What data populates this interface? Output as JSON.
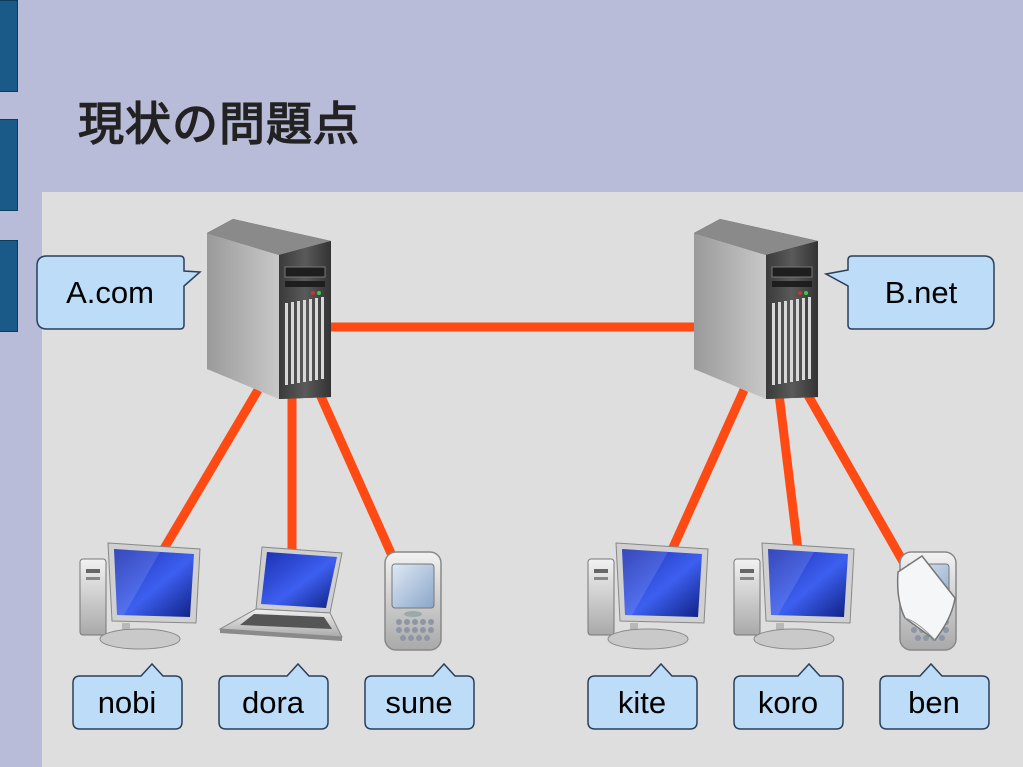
{
  "slide": {
    "title": "現状の問題点"
  },
  "servers": [
    {
      "label": "A.com"
    },
    {
      "label": "B.net"
    }
  ],
  "clients": [
    {
      "label": "nobi",
      "device": "desktop-icon",
      "server": 0
    },
    {
      "label": "dora",
      "device": "laptop-icon",
      "server": 0
    },
    {
      "label": "sune",
      "device": "phone-icon",
      "server": 0
    },
    {
      "label": "kite",
      "device": "desktop-icon",
      "server": 1
    },
    {
      "label": "koro",
      "device": "desktop-icon",
      "server": 1
    },
    {
      "label": "ben",
      "device": "phone-icon",
      "server": 1
    }
  ],
  "colors": {
    "link": "#ff4a14",
    "bubble_fill": "#bcdcf7",
    "bubble_stroke": "#2a3f5a",
    "panel": "#dedede",
    "background": "#b8bcd9",
    "accent": "#1a5a88"
  }
}
